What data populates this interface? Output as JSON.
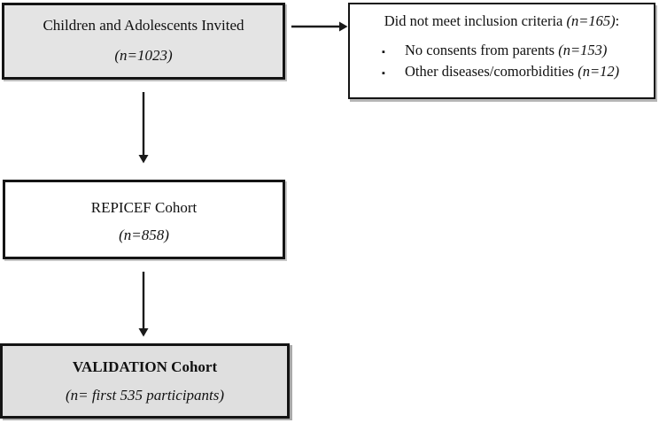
{
  "boxes": {
    "invited": {
      "title": "Children and Adolescents Invited",
      "n": "(n=1023)"
    },
    "exclusion": {
      "title": "Did not meet inclusion criteria",
      "n": "(n=165)",
      "suffix": ":",
      "bullet_char": "▪",
      "bullets": [
        {
          "text": "No consents from parents",
          "n": "(n=153)"
        },
        {
          "text": "Other diseases/comorbidities",
          "n": "(n=12)"
        }
      ]
    },
    "repicef": {
      "title": "REPICEF Cohort",
      "n": "(n=858)"
    },
    "validation": {
      "title": "VALIDATION Cohort",
      "n": "(n= first 535 participants)"
    }
  },
  "colors": {
    "gray_fill": "#e4e4e4",
    "white_fill": "#ffffff",
    "border": "#141414",
    "arrow": "#1a1a1a",
    "text": "#111111"
  }
}
